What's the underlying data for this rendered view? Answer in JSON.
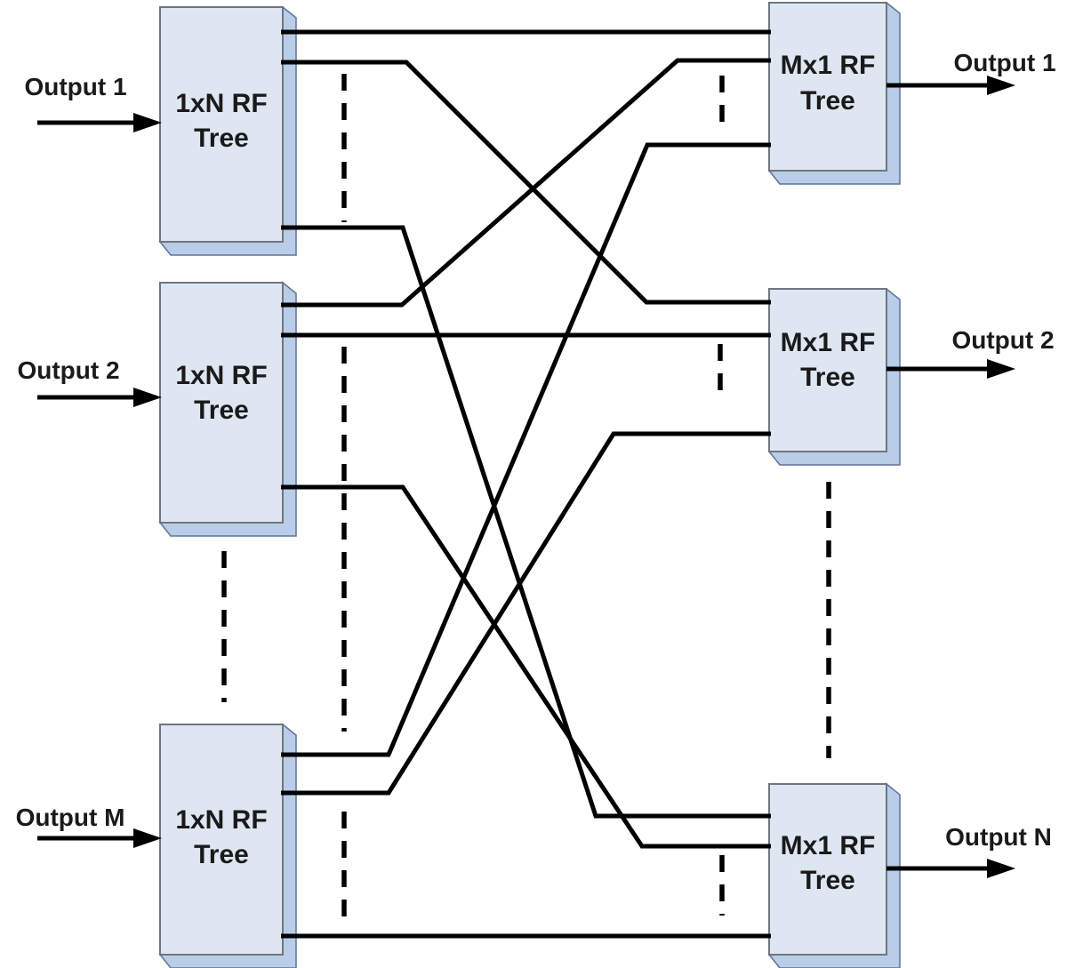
{
  "diagram_type": "RF switch matrix crossbar block diagram",
  "blocks": {
    "left": [
      {
        "line1": "1xN RF",
        "line2": "Tree"
      },
      {
        "line1": "1xN RF",
        "line2": "Tree"
      },
      {
        "line1": "1xN RF",
        "line2": "Tree"
      }
    ],
    "right": [
      {
        "line1": "Mx1 RF",
        "line2": "Tree"
      },
      {
        "line1": "Mx1 RF",
        "line2": "Tree"
      },
      {
        "line1": "Mx1 RF",
        "line2": "Tree"
      }
    ]
  },
  "io": {
    "inputs": [
      "Output 1",
      "Output 2",
      "Output M"
    ],
    "outputs": [
      "Output 1",
      "Output 2",
      "Output N"
    ]
  },
  "connections": [
    {
      "from": "left_block_1_port_1",
      "to": "right_block_1_port_1",
      "shape": "straight"
    },
    {
      "from": "left_block_1_port_2",
      "to": "right_block_2_port_1",
      "shape": "diagonal-down"
    },
    {
      "from": "left_block_1_port_3",
      "to": "right_block_3_port_1",
      "shape": "diagonal-down"
    },
    {
      "from": "left_block_2_port_1",
      "to": "right_block_1_port_2",
      "shape": "diagonal-up"
    },
    {
      "from": "left_block_2_port_2",
      "to": "right_block_2_port_2",
      "shape": "straight"
    },
    {
      "from": "left_block_2_port_3",
      "to": "right_block_3_port_2",
      "shape": "diagonal-down"
    },
    {
      "from": "left_block_3_port_1",
      "to": "right_block_1_port_3",
      "shape": "diagonal-up"
    },
    {
      "from": "left_block_3_port_2",
      "to": "right_block_2_port_3",
      "shape": "diagonal-up"
    },
    {
      "from": "left_block_3_port_3",
      "to": "right_block_3_port_3",
      "shape": "straight"
    }
  ],
  "colors": {
    "block_face": "#dde6f1",
    "block_bevel": "#b9cde8",
    "line": "#000000",
    "background": "#ffffff"
  }
}
